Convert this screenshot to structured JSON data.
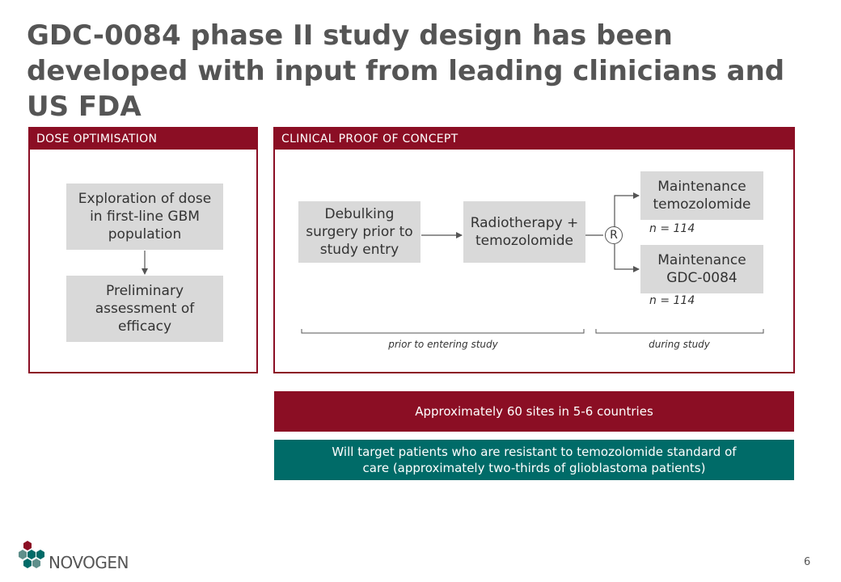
{
  "title": "GDC-0084 phase II study design has been developed with input from leading clinicians and US FDA",
  "dose_panel": {
    "header": "DOSE OPTIMISATION",
    "box1": "Exploration of dose in first-line GBM population",
    "box2": "Preliminary assessment of efficacy"
  },
  "clinical_panel": {
    "header": "CLINICAL PROOF OF CONCEPT",
    "surgery": "Debulking surgery prior to study entry",
    "radio": "Radiotherapy + temozolomide",
    "randomisation": "R",
    "arm1": "Maintenance temozolomide",
    "arm1_n": "n = 114",
    "arm2": "Maintenance GDC-0084",
    "arm2_n": "n = 114",
    "prior_label": "prior to entering study",
    "during_label": "during study"
  },
  "banners": {
    "sites": "Approximately 60 sites in 5-6 countries",
    "target": "Will target patients who are resistant to temozolomide standard of care (approximately two-thirds of glioblastoma patients)"
  },
  "colors": {
    "primary_red": "#8b0e24",
    "teal": "#006b68",
    "box_grey": "#d9d9d9"
  },
  "footer": {
    "logo_text": "NOVOGEN",
    "page_number": "6"
  }
}
